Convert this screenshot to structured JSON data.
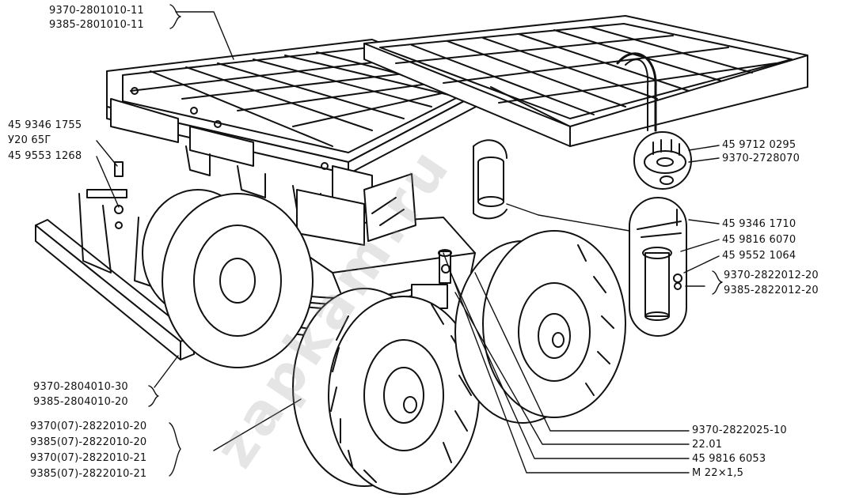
{
  "watermark": "zapkam.ru",
  "colors": {
    "ink": "#111111",
    "paper": "#ffffff",
    "watermark": "#999999"
  },
  "labels": {
    "frame_1": "9370-2801010-11",
    "frame_2": "9385-2801010-11",
    "bolt_1": "45 9346 1755",
    "bolt_2": "У20 65Г",
    "bolt_3": "45 9553 1268",
    "top_right_1": "45 9712 0295",
    "top_right_2": "9370-2728070",
    "mid_right_1": "45 9346 1710",
    "mid_right_2": "45 9816 6070",
    "mid_right_3": "45 9552 1064",
    "mid_right_4": "9370-2822012-20",
    "mid_right_5": "9385-2822012-20",
    "bumper_1": "9370-2804010-30",
    "bumper_2": "9385-2804010-20",
    "wheel_1": "9370(07)-2822010-20",
    "wheel_2": "9385(07)-2822010-20",
    "wheel_3": "9370(07)-2822010-21",
    "wheel_4": "9385(07)-2822010-21",
    "bottom_right_1": "9370-2822025-10",
    "bottom_right_2": "22.01",
    "bottom_right_3": "45 9816 6053",
    "bottom_right_4": "М 22×1,5"
  }
}
